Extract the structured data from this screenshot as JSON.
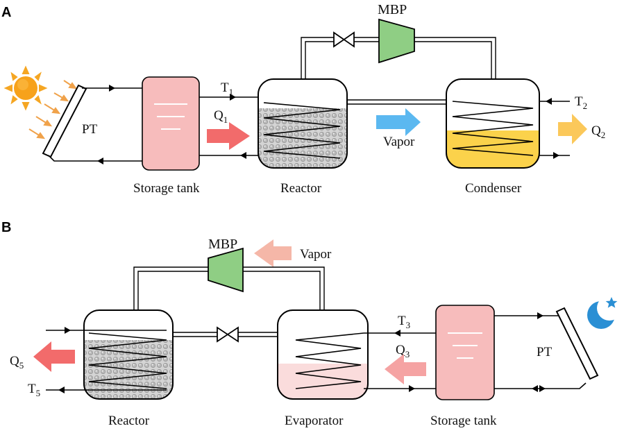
{
  "panel_a": {
    "letter": "A",
    "collector": "PT",
    "storage": "Storage tank",
    "reactor": "Reactor",
    "condenser": "Condenser",
    "pump": "MBP",
    "vapor": "Vapor",
    "t1": {
      "main": "T",
      "sub": "1"
    },
    "q1": {
      "main": "Q",
      "sub": "1"
    },
    "t2": {
      "main": "T",
      "sub": "2"
    },
    "q2": {
      "main": "Q",
      "sub": "2"
    }
  },
  "panel_b": {
    "letter": "B",
    "collector": "PT",
    "storage": "Storage tank",
    "reactor": "Reactor",
    "evaporator": "Evaporator",
    "pump": "MBP",
    "vapor": "Vapor",
    "t3": {
      "main": "T",
      "sub": "3"
    },
    "q3": {
      "main": "Q",
      "sub": "3"
    },
    "t5": {
      "main": "T",
      "sub": "5"
    },
    "q5": {
      "main": "Q",
      "sub": "5"
    }
  },
  "colors": {
    "storage_fill": "#f7bcbc",
    "heat_arrow": "#f26b6b",
    "vapor_blue": "#5bb8f0",
    "vapor_pink": "#f5b7a8",
    "pump_green": "#8fce84",
    "condensate_yellow": "#fbd24b",
    "q2_arrow": "#fbc85a",
    "evap_liquid": "#fadcdc",
    "sun": "#f5a623",
    "moon": "#2a8fd4"
  },
  "icons": {
    "sun": "sun-icon",
    "moon": "moon-star-icon",
    "valve": "valve-icon",
    "pump": "pump-icon"
  }
}
